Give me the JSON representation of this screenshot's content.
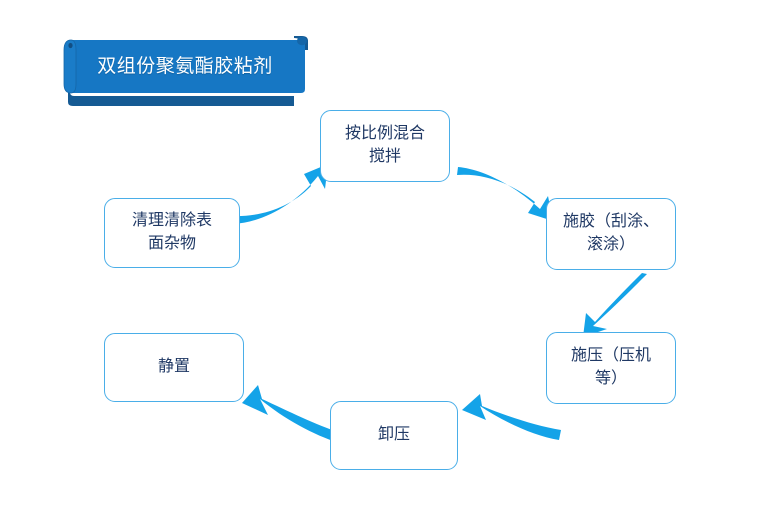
{
  "diagram": {
    "type": "cycle-flowchart",
    "title_banner": {
      "text": "双组份聚氨酯胶粘剂",
      "fill_color": "#1677C4",
      "text_color": "#FFFFFF"
    },
    "node_style": {
      "border_color": "#4AAEE8",
      "fill_color": "#FFFFFF",
      "text_color": "#1F3864"
    },
    "arrow_color": "#14A3E8",
    "nodes": [
      {
        "id": "mix",
        "label": "按比例混合搅拌",
        "line1": "按比例混合",
        "line2": "搅拌"
      },
      {
        "id": "apply",
        "label": "施胶（刮涂、滚涂）",
        "line1": "施胶（刮涂、",
        "line2": "滚涂）"
      },
      {
        "id": "press",
        "label": "施压（压机等）",
        "line1": "施压（压机",
        "line2": "等）"
      },
      {
        "id": "release",
        "label": "卸压",
        "line1": "卸压",
        "line2": ""
      },
      {
        "id": "rest",
        "label": "静置",
        "line1": "静置",
        "line2": ""
      },
      {
        "id": "clean",
        "label": "清理清除表面杂物",
        "line1": "清理清除表",
        "line2": "面杂物"
      }
    ],
    "flow_order": [
      "clean",
      "mix",
      "apply",
      "press",
      "release",
      "rest"
    ],
    "arrows": [
      {
        "id": "clean-to-mix",
        "from": "清理清除表面杂物",
        "to": "按比例混合搅拌",
        "direction": "up-right"
      },
      {
        "id": "mix-to-apply",
        "from": "按比例混合搅拌",
        "to": "施胶（刮涂、滚涂）",
        "direction": "down-right"
      },
      {
        "id": "apply-to-press",
        "from": "施胶（刮涂、滚涂）",
        "to": "施压（压机等）",
        "direction": "down-left"
      },
      {
        "id": "press-to-release",
        "from": "施压（压机等）",
        "to": "卸压",
        "direction": "left-down"
      },
      {
        "id": "release-to-rest",
        "from": "卸压",
        "to": "静置",
        "direction": "up-left"
      }
    ]
  }
}
